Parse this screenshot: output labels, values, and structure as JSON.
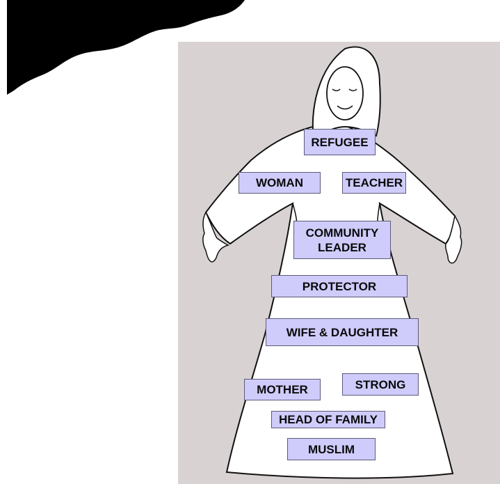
{
  "labels": {
    "refugee": "REFUGEE",
    "woman": "WOMAN",
    "teacher": "TEACHER",
    "community_leader_line1": "COMMUNITY",
    "community_leader_line2": "LEADER",
    "protector": "PROTECTOR",
    "wife_daughter": "WIFE & DAUGHTER",
    "mother": "MOTHER",
    "strong": "STRONG",
    "head_of_family": "HEAD OF FAMILY",
    "muslim": "MUSLIM"
  },
  "colors": {
    "label_fill": "#cfccfb",
    "label_border": "#5a5a78",
    "panel_background": "#d9d2d2",
    "wave": "#000000",
    "figure_fill": "#ffffff",
    "figure_stroke": "#111111"
  }
}
